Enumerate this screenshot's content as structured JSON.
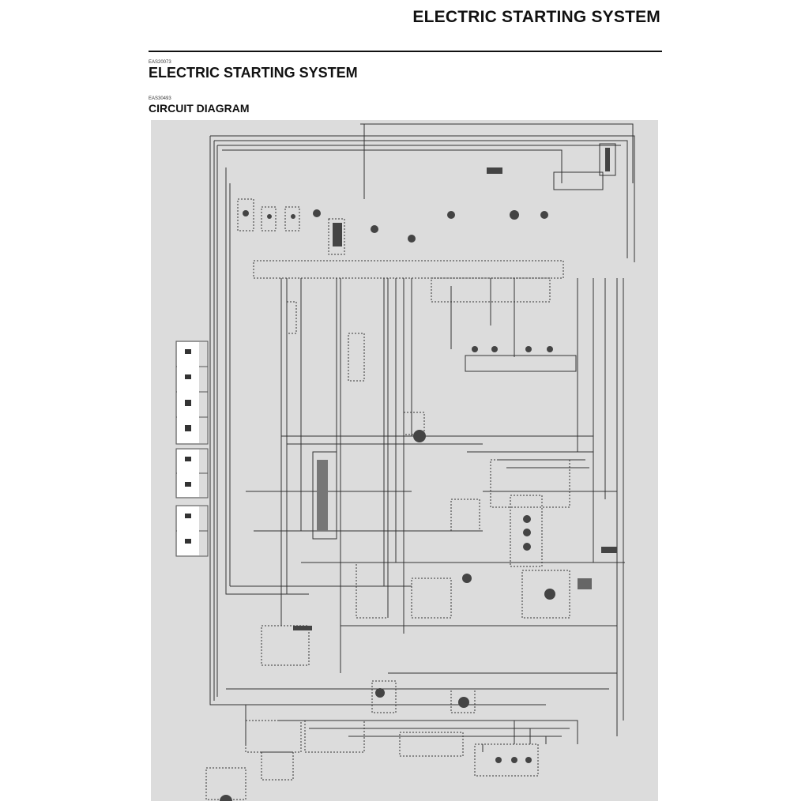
{
  "page": {
    "running_head": "ELECTRIC STARTING SYSTEM",
    "section_code": "EAS20073",
    "section_title": "ELECTRIC STARTING SYSTEM",
    "subsection_code": "EAS30493",
    "subsection_title": "CIRCUIT DIAGRAM"
  },
  "diagram": {
    "background_color": "#dcdcdc",
    "wire_color": "#333333"
  }
}
